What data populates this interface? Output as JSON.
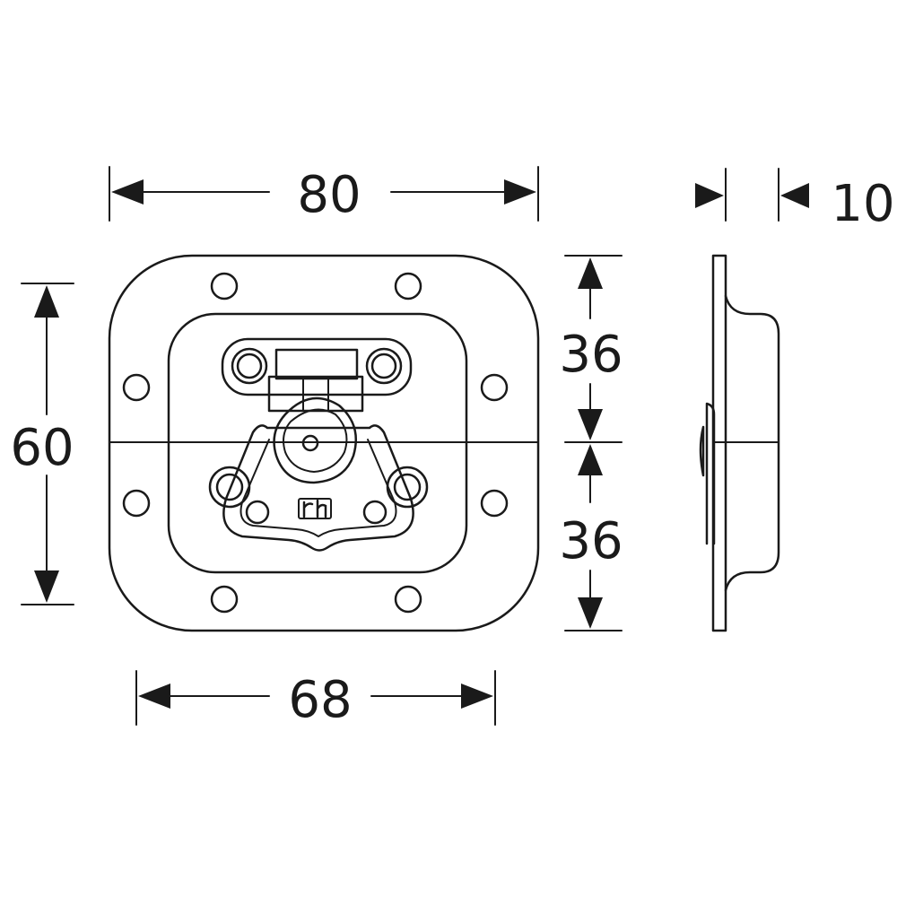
{
  "dimensions": {
    "top_width": "80",
    "height": "60",
    "upper_half": "36",
    "lower_half": "36",
    "bottom_width": "68",
    "depth": "10"
  },
  "logo": "rh"
}
